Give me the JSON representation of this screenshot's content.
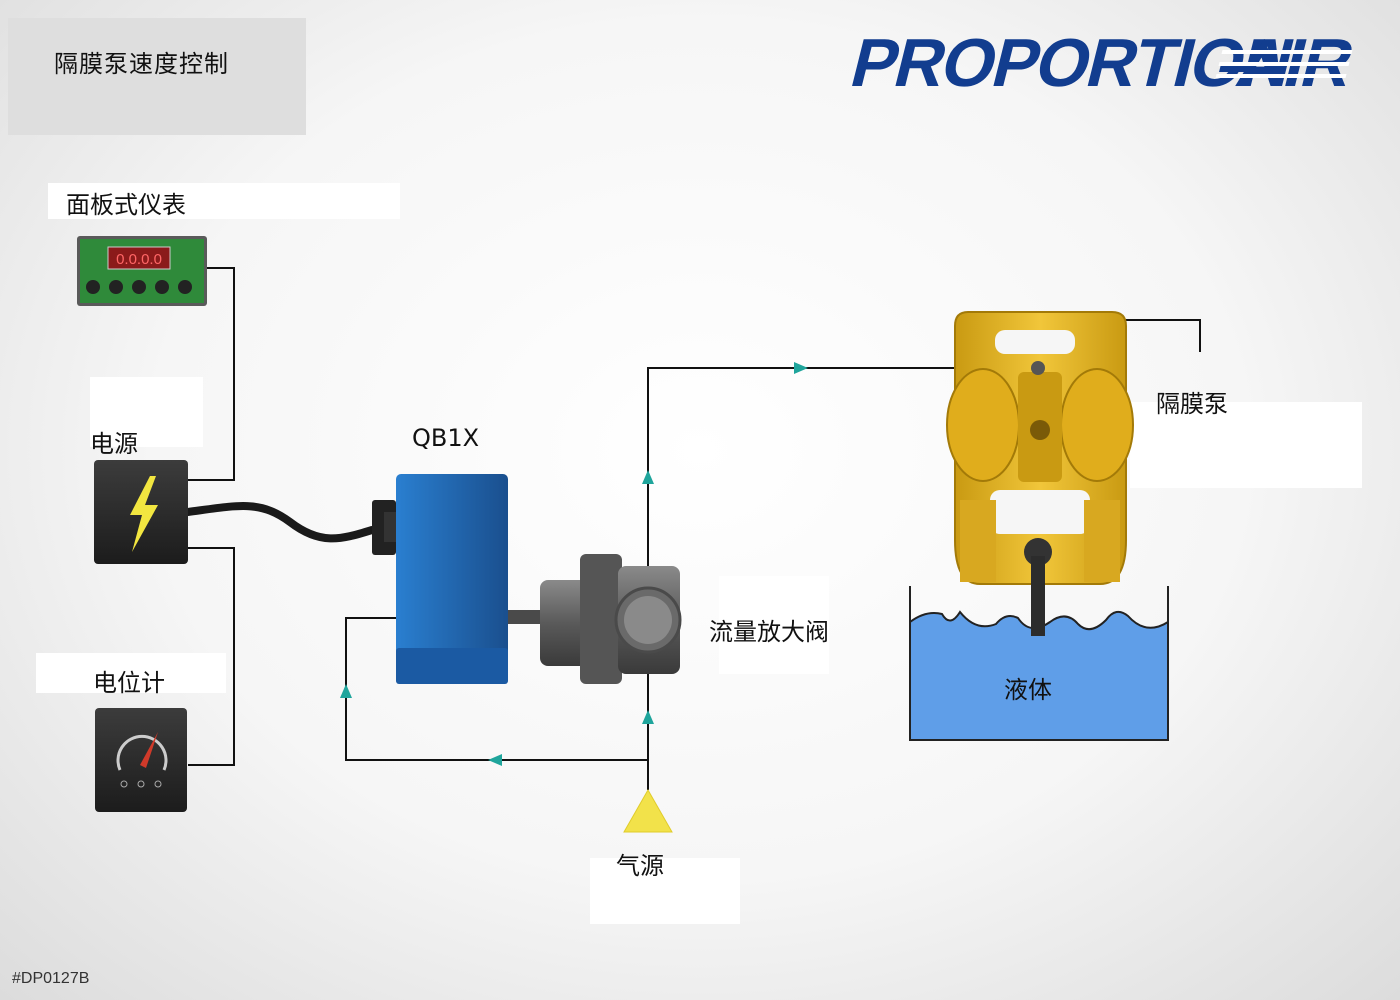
{
  "page_title": "隔膜泵速度控制",
  "logo": {
    "text_main": "PROPORTION",
    "text_secondary": "AIR",
    "color": "#123d8f"
  },
  "labels": {
    "panel_meter": "面板式仪表",
    "power": "电源",
    "potentiometer": "电位计",
    "qb1x": "QB1X",
    "flow_booster": "流量放大阀",
    "diaphragm_pump": "隔膜泵",
    "liquid": "液体",
    "air_source": "气源"
  },
  "meter_display": "0.0.0.0",
  "document_code": "#DP0127B",
  "colors": {
    "pipe": "#111111",
    "arrow": "#1fa59c",
    "qb1x_body": "#1f6db8",
    "pump_yellow": "#e8b923",
    "liquid": "#5f9ee8",
    "air_triangle": "#f2e24a"
  }
}
